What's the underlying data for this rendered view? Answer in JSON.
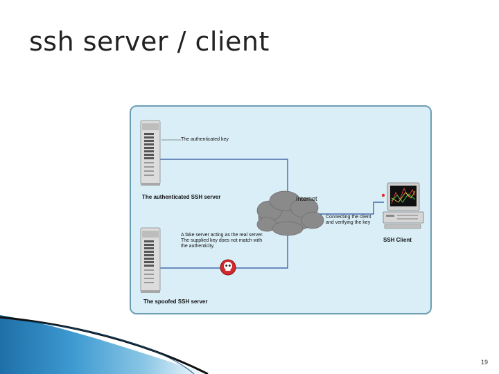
{
  "slide": {
    "title": "ssh server / client",
    "page_number": "19"
  },
  "diagram": {
    "authenticated_key_label": "The authenticated key",
    "authenticated_server_label": "The authenticated SSH server",
    "internet_label": "Internet",
    "connecting_label_line1": "Connecting the client",
    "connecting_label_line2": "and verifying the key",
    "client_label": "SSH Client",
    "fake_server_line1": "A fake server acting as the real server.",
    "fake_server_line2": "The supplied key does not match with",
    "fake_server_line3": "the authenticity.",
    "spoofed_server_label": "The spoofed SSH server",
    "colors": {
      "panel_background": "#d9eef7",
      "panel_border": "#6e9db3",
      "connection_line": "#2c4f9a",
      "cloud": "#8a8a8a",
      "warning_badge": "#d4282c",
      "decor_swoosh": "#2b7fb5"
    }
  }
}
